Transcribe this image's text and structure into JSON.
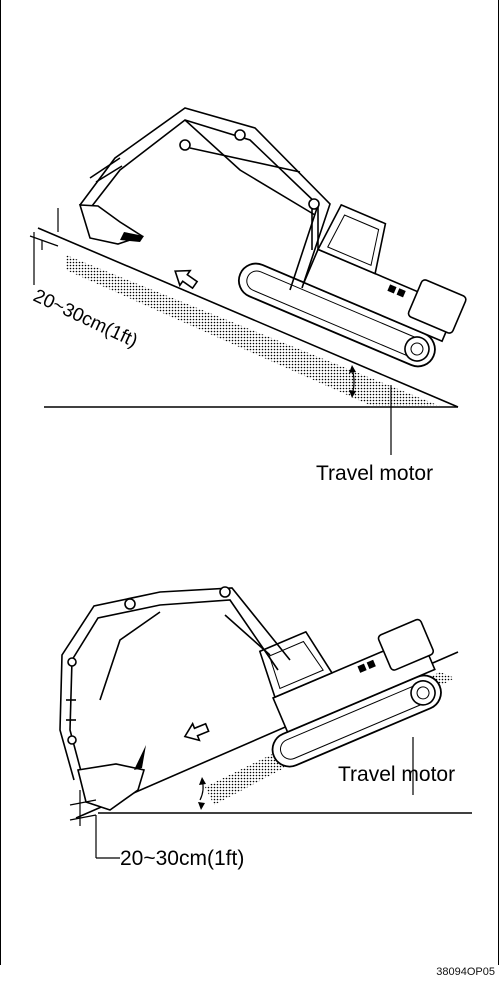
{
  "diagram": {
    "upper": {
      "dimension_label": "20~30cm(1ft)",
      "motor_label": "Travel motor"
    },
    "lower": {
      "dimension_label": "20~30cm(1ft)",
      "motor_label": "Travel motor"
    },
    "figure_code": "38094OP05"
  },
  "icons": [
    "direction-arrow-icon",
    "direction-arrow-icon"
  ]
}
